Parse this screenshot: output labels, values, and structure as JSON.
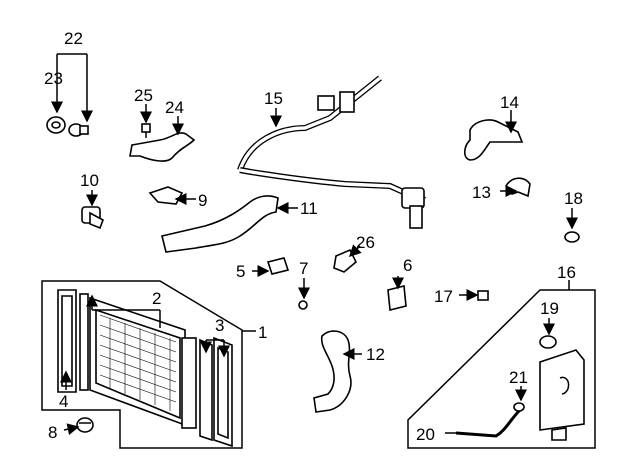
{
  "callouts": {
    "c1": "1",
    "c2": "2",
    "c3": "3",
    "c4": "4",
    "c5": "5",
    "c6": "6",
    "c7": "7",
    "c8": "8",
    "c9": "9",
    "c10": "10",
    "c11": "11",
    "c12": "12",
    "c13": "13",
    "c14": "14",
    "c15": "15",
    "c16": "16",
    "c17": "17",
    "c18": "18",
    "c19": "19",
    "c20": "20",
    "c21": "21",
    "c22": "22",
    "c23": "23",
    "c24": "24",
    "c25": "25",
    "c26": "26"
  },
  "colors": {
    "line": "#000000",
    "background": "#ffffff"
  }
}
